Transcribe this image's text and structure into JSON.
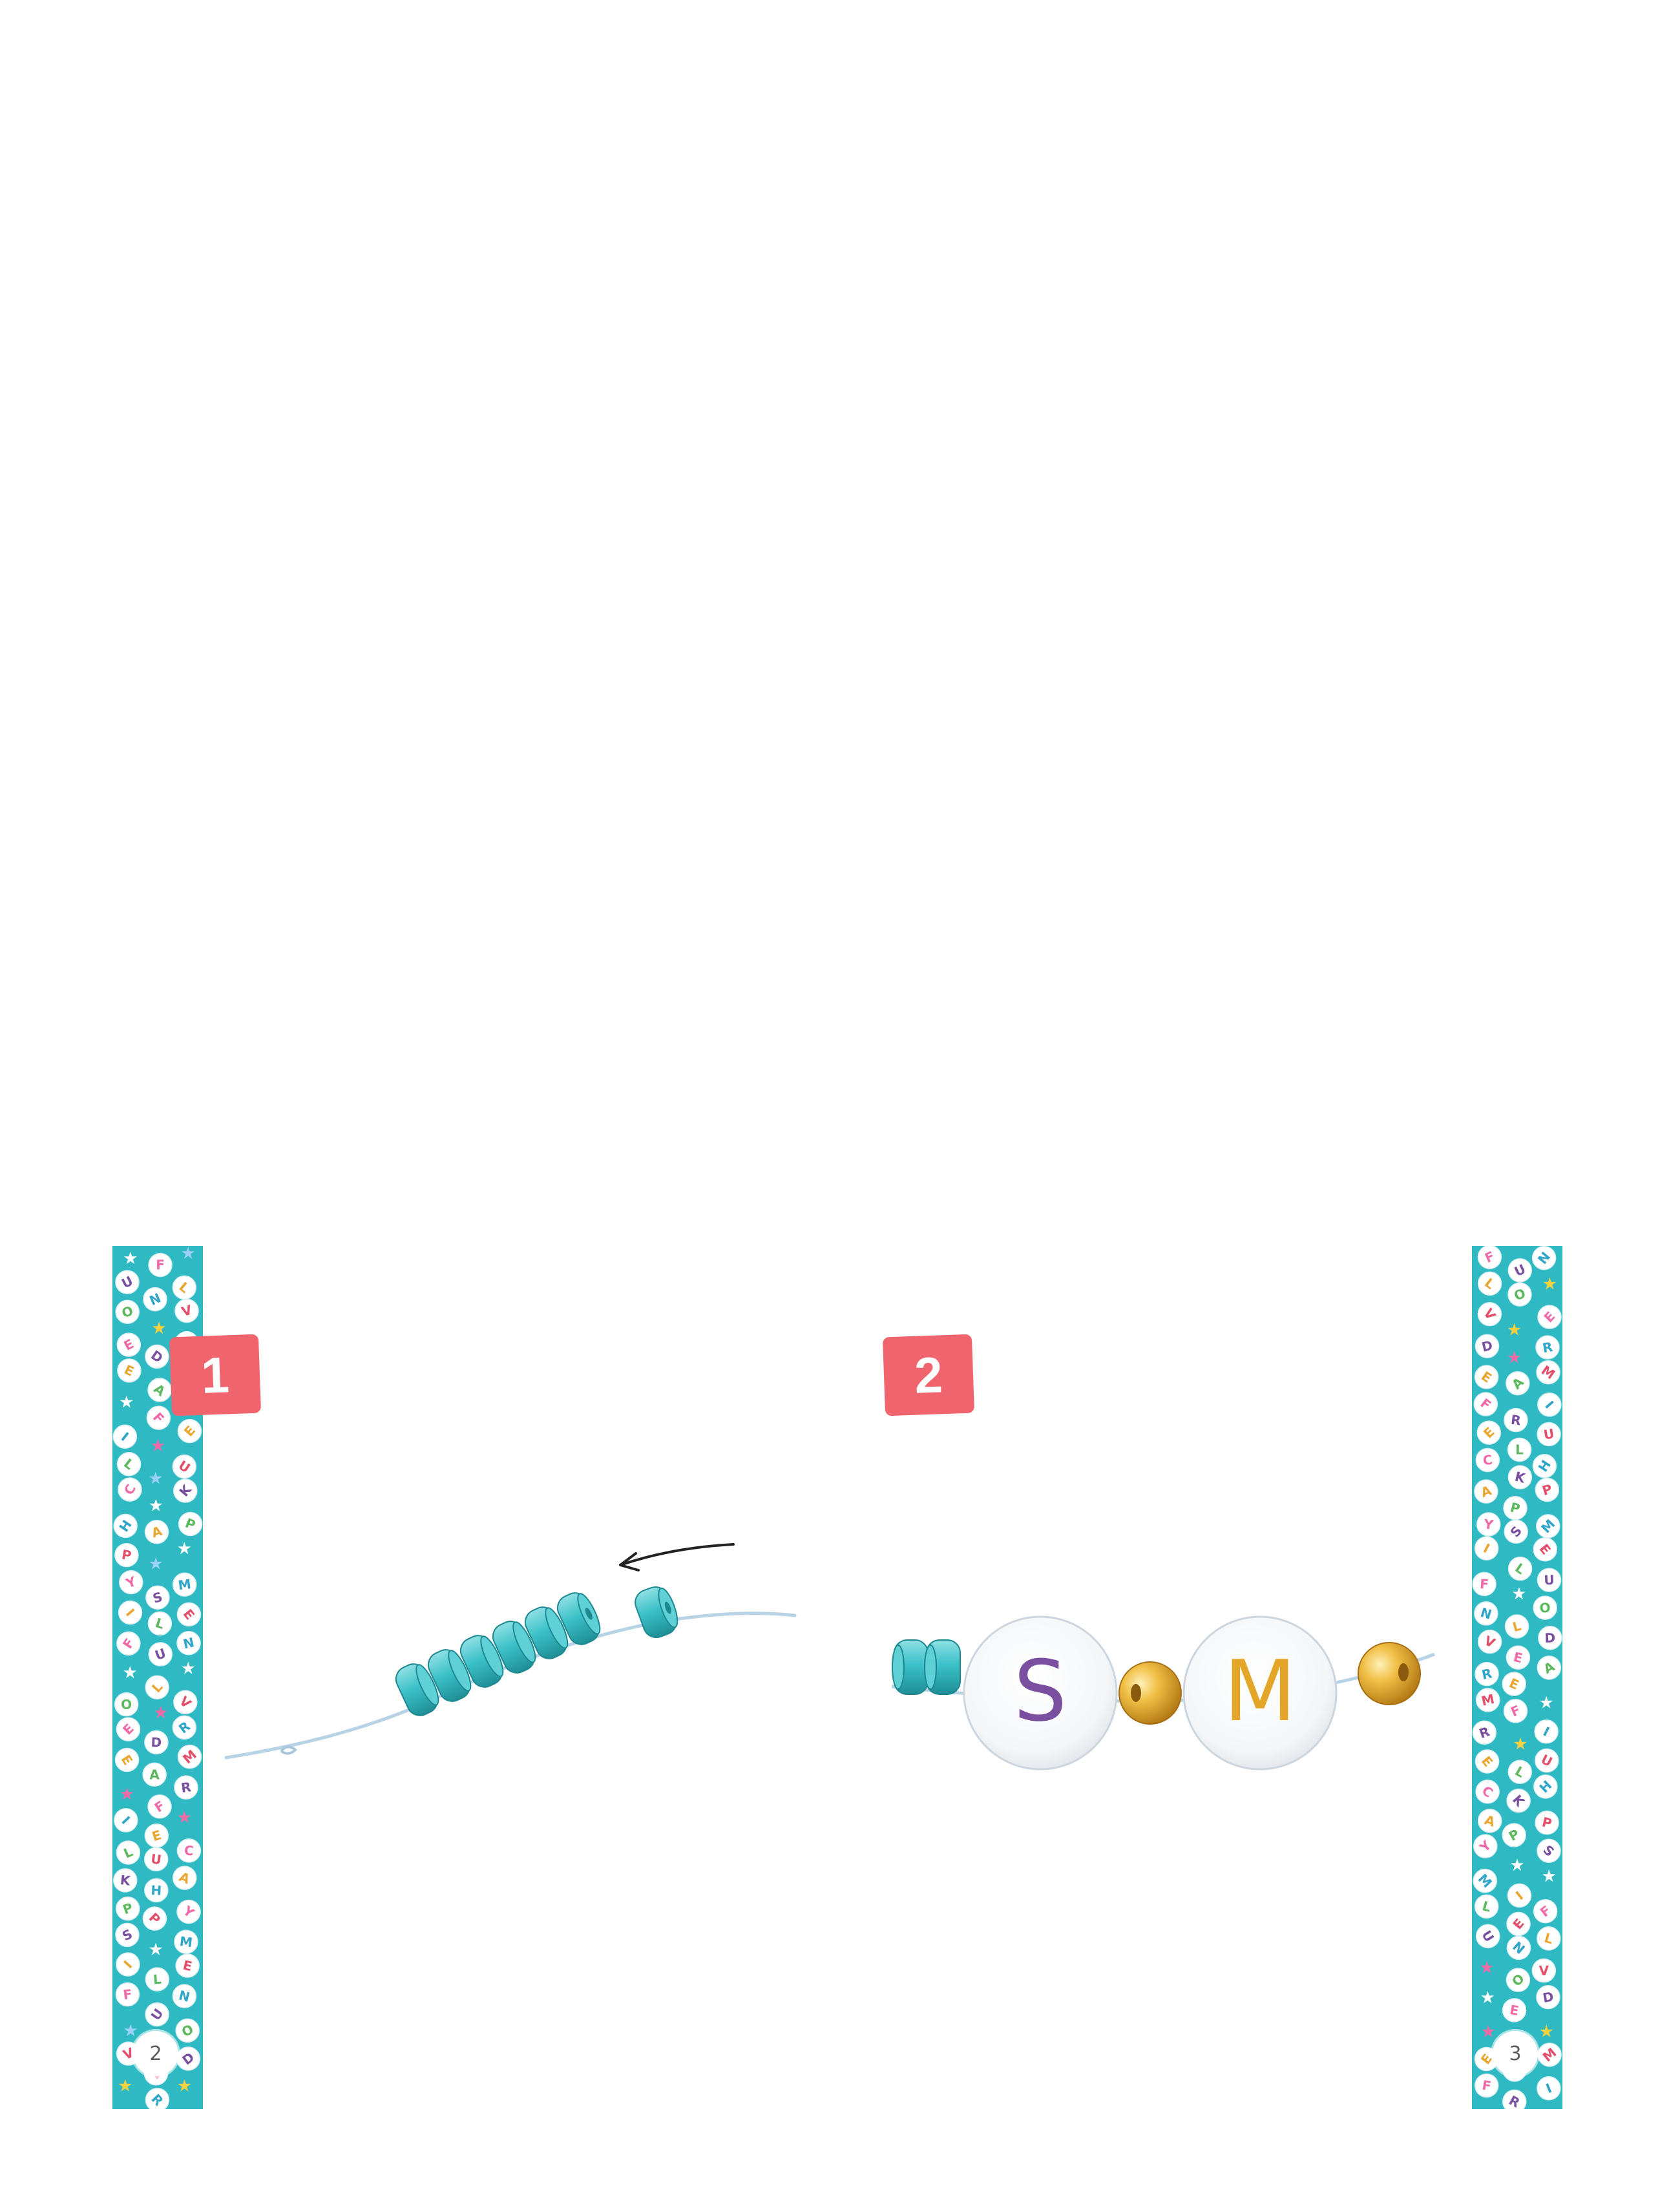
{
  "pages": {
    "left_number": "2",
    "right_number": "3"
  },
  "steps": [
    {
      "label": "1"
    },
    {
      "label": "2"
    }
  ],
  "bead_letters": {
    "first": "S",
    "second": "M"
  },
  "strip_words": [
    "FUN",
    "LOVE",
    "DREAM",
    "FRIE",
    "LUCK",
    "HAPPY",
    "SMILE"
  ],
  "colors": {
    "strip_background": "#2fb9c2",
    "badge": "#f0646e",
    "teal_bead": "#3cc1c8",
    "gold_bead": "#e0a52a",
    "letter_s": "#7a4fa0",
    "letter_m": "#e3a628"
  }
}
